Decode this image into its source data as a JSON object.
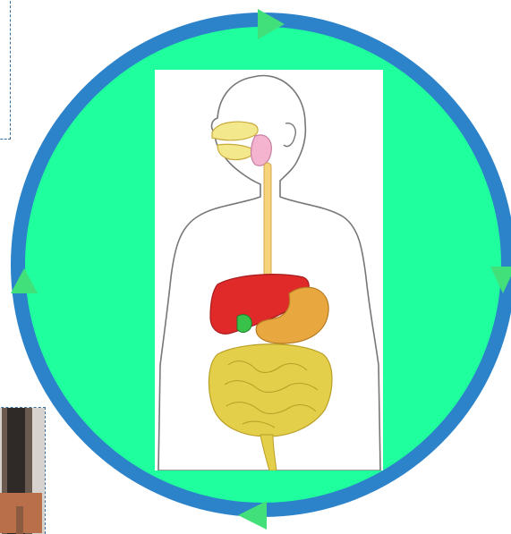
{
  "colors": {
    "ring": "#2d83c9",
    "fill": "#1fff9d",
    "arrow": "#41e07a",
    "skin": "#ffffff",
    "outline": "#777777",
    "liver": "#e02a2a",
    "stomach": "#e8a83f",
    "intestine": "#e4cf4a",
    "gallbladder": "#38c24a",
    "esophagus": "#f6d27a",
    "glands": "#f4b3cf"
  },
  "icons": [
    "direction-arrow-right",
    "direction-arrow-down",
    "direction-arrow-left",
    "direction-arrow-up"
  ]
}
